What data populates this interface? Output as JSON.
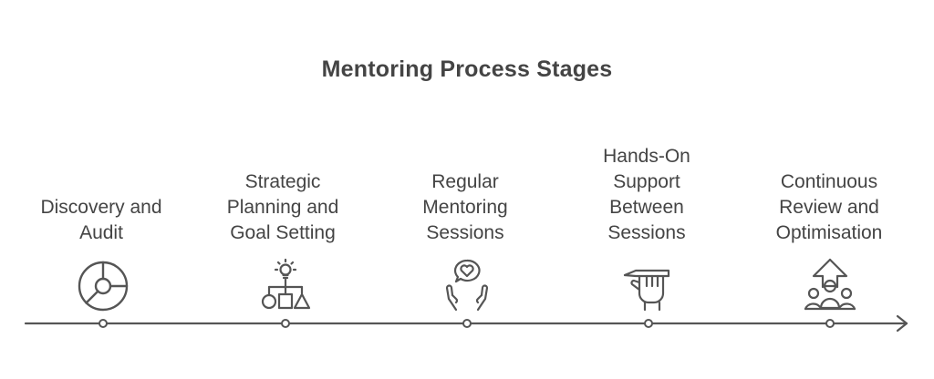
{
  "title": "Mentoring Process Stages",
  "stages": [
    {
      "label": "Discovery and\nAudit",
      "icon": "pie-chart-icon"
    },
    {
      "label": "Strategic\nPlanning and\nGoal Setting",
      "icon": "strategy-flowchart-icon"
    },
    {
      "label": "Regular\nMentoring\nSessions",
      "icon": "caring-hands-heart-icon"
    },
    {
      "label": "Hands-On\nSupport\nBetween\nSessions",
      "icon": "hand-holding-pen-icon"
    },
    {
      "label": "Continuous\nReview and\nOptimisation",
      "icon": "team-growth-arrow-icon"
    }
  ],
  "colors": {
    "line": "#555555",
    "text": "#444444"
  }
}
